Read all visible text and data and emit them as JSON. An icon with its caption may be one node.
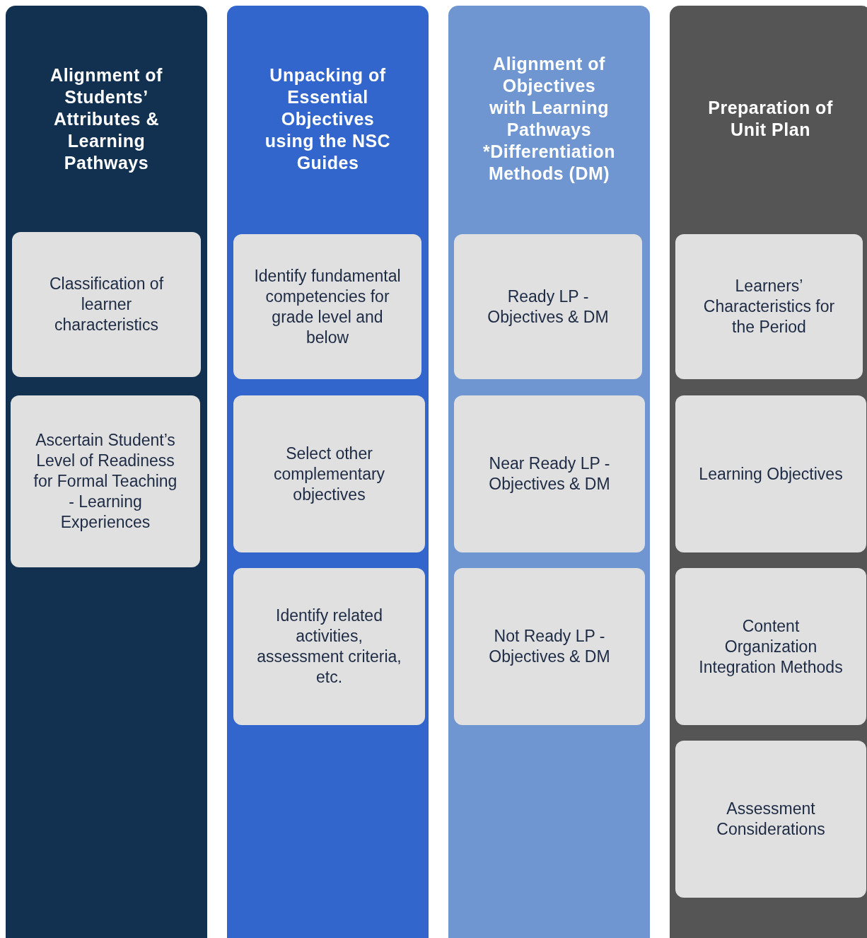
{
  "diagram": {
    "nodes": [
      {
        "text": [
          "Alignment of Students’ Attributes & Learning Pathways"
        ]
      },
      {
        "text": [
          "Classification of learner characteristics"
        ],
        "in": 0
      },
      {
        "text": [
          "Ascertain Student’s Level of Readiness for Formal Teaching - Learning Experiences"
        ],
        "in": 0
      },
      {
        "text": [
          "Unpacking of Essential Objectives using the NSC Guides"
        ]
      },
      {
        "text": [
          "Identify fundamental competencies for grade level and below"
        ],
        "in": 3
      },
      {
        "text": [
          "Select other complementary objectives"
        ],
        "in": 3
      },
      {
        "text": [
          "Identify related activities, assessment criteria, etc."
        ],
        "in": 3
      },
      {
        "text": [
          "Alignment of Objectives with Learning Pathways *Differentiation Methods (DM)"
        ]
      },
      {
        "text": [
          "Ready LP - Objectives & DM"
        ],
        "in": 7
      },
      {
        "text": [
          "Near Ready LP - Objectives & DM"
        ],
        "in": 7
      },
      {
        "text": [
          "Not Ready LP - Objectives & DM"
        ],
        "in": 7
      },
      {
        "text": [
          "Preparation of Unit Plan"
        ]
      },
      {
        "text": [
          "Learners’ Characteristics for the Period"
        ],
        "in": 11
      },
      {
        "text": [
          "Learning Objectives"
        ],
        "in": 11
      },
      {
        "text": [
          "Content Organization Integration Methods"
        ],
        "in": 11
      },
      {
        "text": [
          "Assessment Considerations"
        ],
        "in": 11
      }
    ],
    "edges": []
  }
}
